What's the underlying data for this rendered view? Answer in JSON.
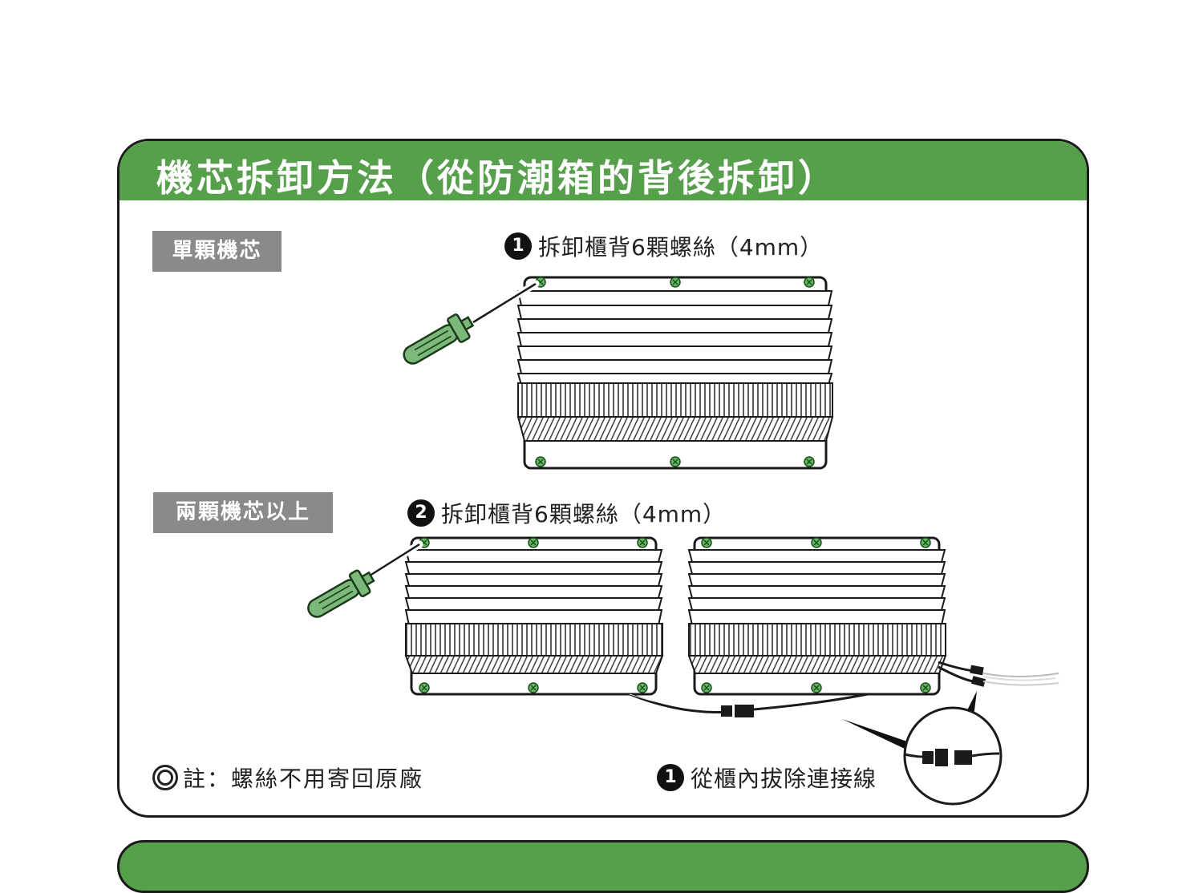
{
  "title": "機芯拆卸方法（從防潮箱的背後拆卸）",
  "sections": {
    "single": {
      "tag": "單顆機芯"
    },
    "multi": {
      "tag": "兩顆機芯以上"
    }
  },
  "steps": {
    "single_unscrew": {
      "number": "1",
      "text": "拆卸櫃背6顆螺絲（4mm）"
    },
    "multi_unscrew": {
      "number": "2",
      "text": "拆卸櫃背6顆螺絲（4mm）"
    },
    "disconnect": {
      "number": "1",
      "text": "從櫃內拔除連接線"
    }
  },
  "note": {
    "text": "註：螺絲不用寄回原廠"
  },
  "colors": {
    "header_green": "#56a04c",
    "tag_gray": "#8a8a8a",
    "screw_green": "#5fb760",
    "screwdriver_green": "#7cb87a"
  },
  "icons": [
    "screwdriver-icon",
    "screw-icon",
    "connector-icon",
    "circled-number-icon"
  ]
}
